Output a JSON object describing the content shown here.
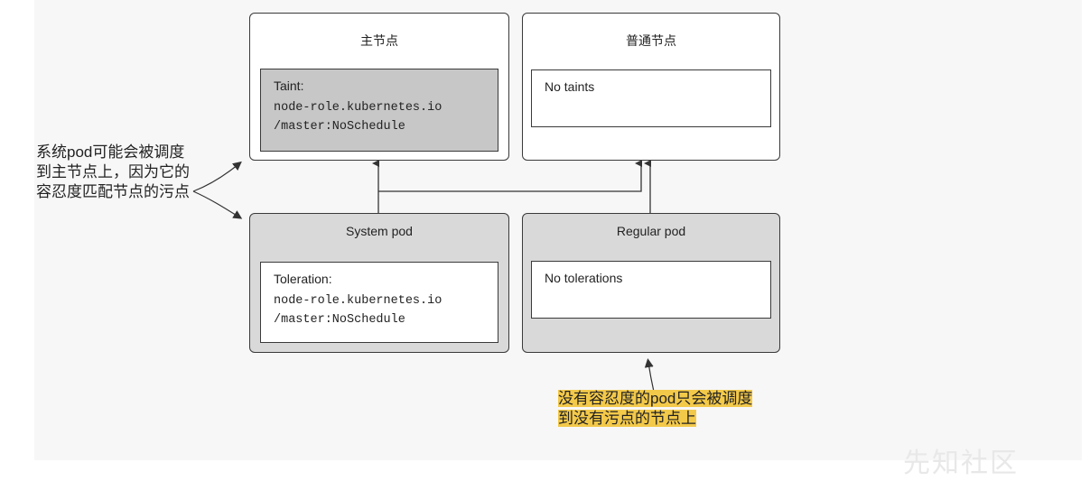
{
  "master_node": {
    "title": "主节点",
    "taint_label": "Taint:",
    "taint_line1": "node-role.kubernetes.io",
    "taint_line2": "/master:NoSchedule"
  },
  "regular_node": {
    "title": "普通节点",
    "taints_text": "No taints"
  },
  "system_pod": {
    "title": "System pod",
    "toleration_label": "Toleration:",
    "toleration_line1": "node-role.kubernetes.io",
    "toleration_line2": "/master:NoSchedule"
  },
  "regular_pod": {
    "title": "Regular pod",
    "tolerations_text": "No tolerations"
  },
  "annotations": {
    "left_note": "系统pod可能会被调度到主节点上，因为它的容忍度匹配节点的污点",
    "bottom_note": "没有容忍度的pod只会被调度到没有污点的节点上"
  },
  "watermark": "先知社区",
  "colors": {
    "pod_fill": "#d9d9d9",
    "taint_fill": "#c7c7c7",
    "highlight": "#f3c94a"
  }
}
